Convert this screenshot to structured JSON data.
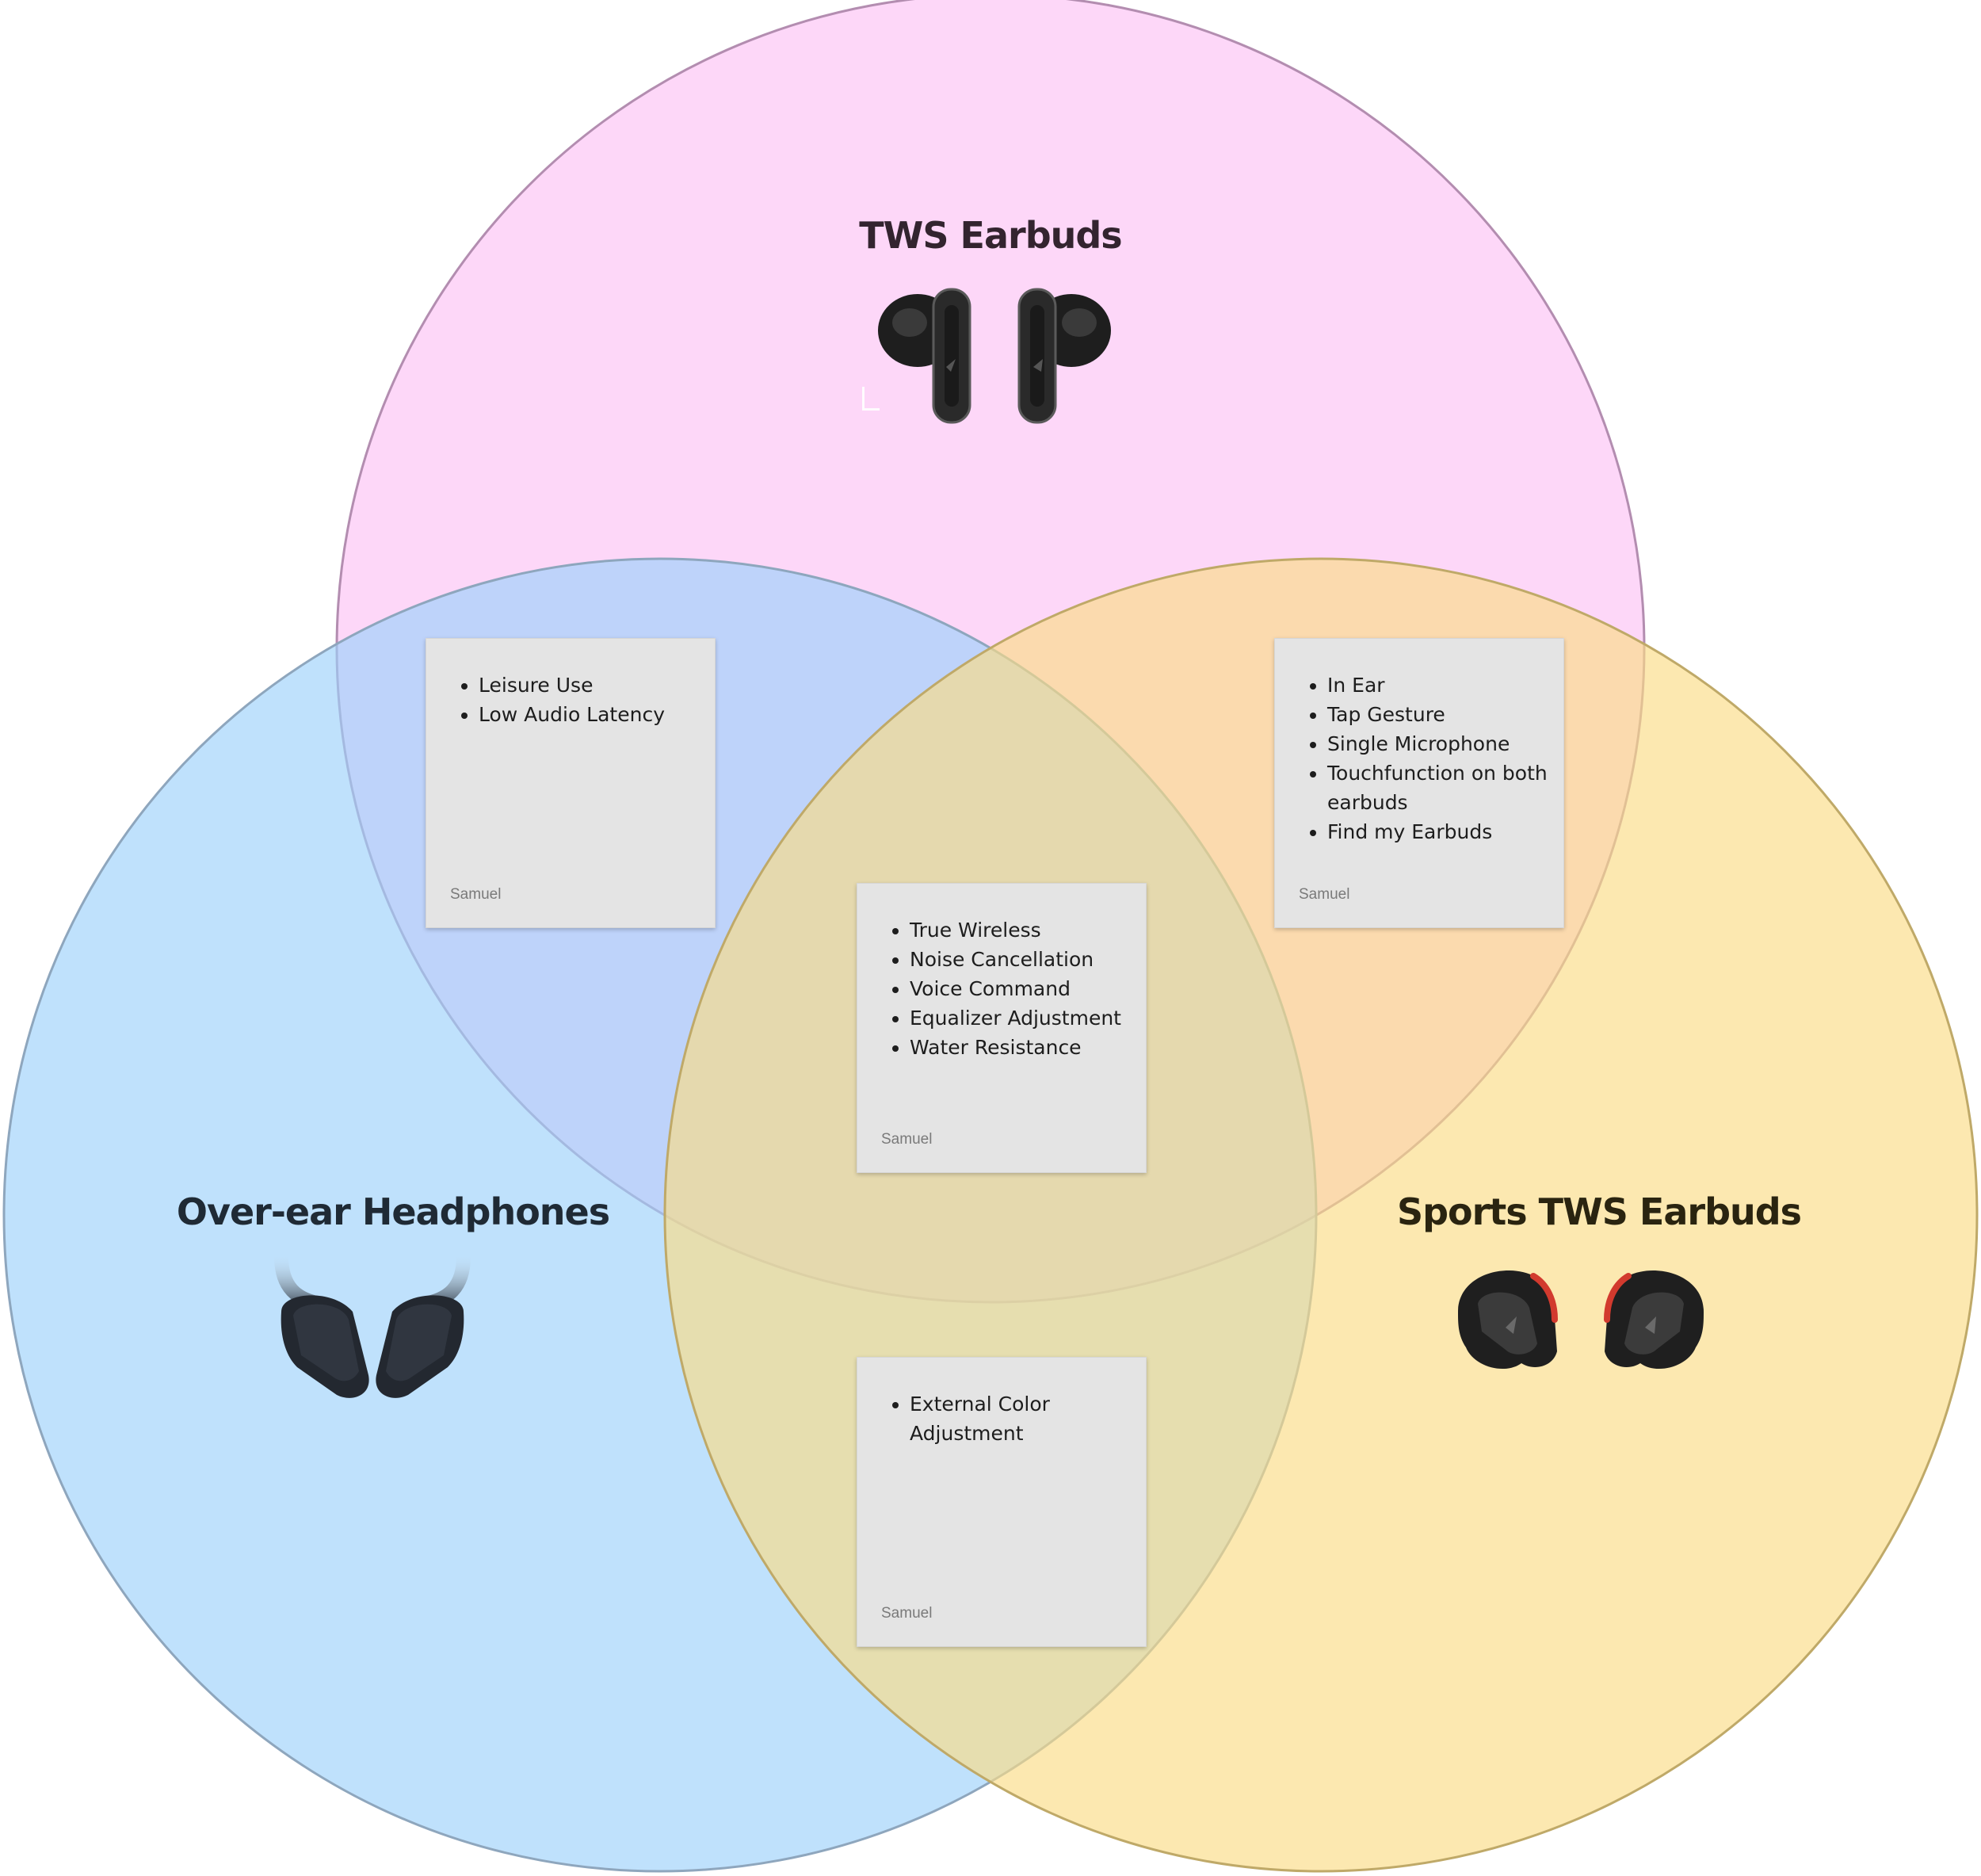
{
  "sets": {
    "tws": {
      "title": "TWS Earbuds",
      "fill": "#fcc2f4",
      "stroke": "#b38db0",
      "title_color": "#33242f"
    },
    "overear": {
      "title": "Over-ear Headphones",
      "fill": "#9dd1fa",
      "stroke": "#8ea6bd",
      "title_color": "#1f2a35"
    },
    "sports": {
      "title": "Sports TWS Earbuds",
      "fill": "#fbdb85",
      "stroke": "#bfa968",
      "title_color": "#2a2410"
    }
  },
  "notes": {
    "tws_overear": {
      "items": [
        "Leisure Use",
        "Low Audio Latency"
      ],
      "author": "Samuel"
    },
    "tws_sports": {
      "items": [
        "In Ear",
        "Tap Gesture",
        "Single Microphone",
        "Touchfunction on both earbuds",
        "Find my Earbuds"
      ],
      "author": "Samuel"
    },
    "all": {
      "items": [
        "True Wireless",
        "Noise Cancellation",
        "Voice Command",
        "Equalizer Adjustment",
        "Water Resistance"
      ],
      "author": "Samuel"
    },
    "overear_sports": {
      "items": [
        "External Color Adjustment"
      ],
      "author": "Samuel"
    }
  },
  "images": {
    "tws": "tws-earbuds-product-image",
    "overear": "over-ear-headphones-product-image",
    "sports": "sports-tws-earbuds-product-image"
  },
  "note_background": "#e4e4e4"
}
